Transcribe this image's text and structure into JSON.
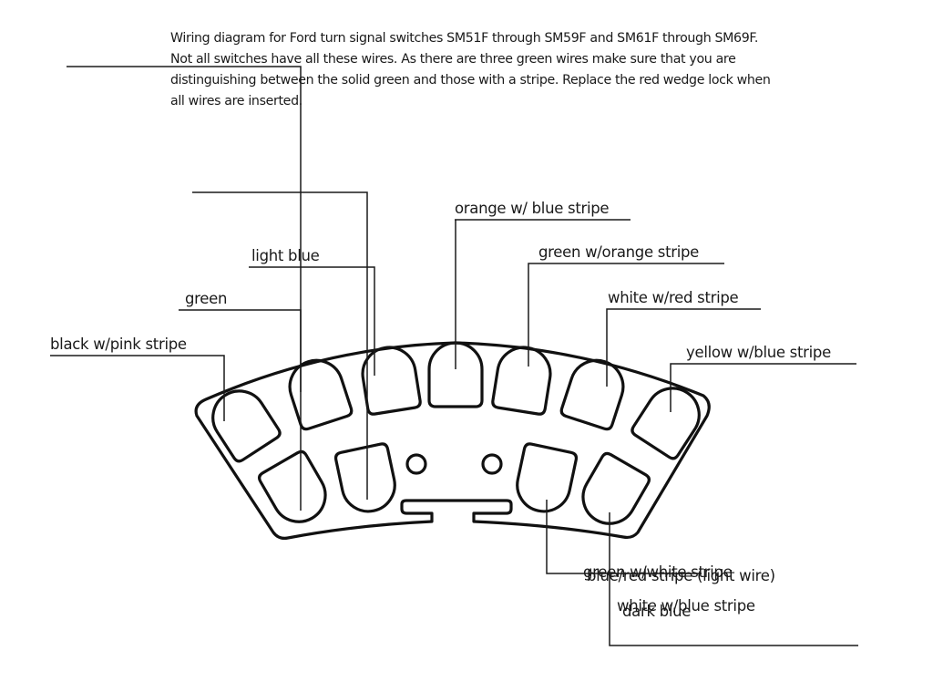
{
  "intro": {
    "lines": [
      "Wiring diagram for Ford turn signal switches SM51F through SM59F and SM61F through SM69F.",
      "Not all switches have all these wires.  As there are three green wires make sure that you are",
      "distinguishing between the solid green and those with a stripe.  Replace the red wedge lock when",
      "all wires are inserted."
    ]
  },
  "connector": {
    "top_row": [
      {
        "label": "black w/pink stripe"
      },
      {
        "label": "green"
      },
      {
        "label": "light blue"
      },
      {
        "label": "orange w/ blue stripe"
      },
      {
        "label": "green w/orange stripe"
      },
      {
        "label": "white w/red stripe"
      },
      {
        "label": "yellow w/blue stripe"
      }
    ],
    "bottom_row": [
      {
        "label": "green w/white stripe"
      },
      {
        "label": "white w/blue stripe"
      },
      {
        "label": "dark blue"
      },
      {
        "label": "blue/red stripe (light wire)"
      }
    ],
    "alignment_holes": 2,
    "wedge_slot": true
  }
}
